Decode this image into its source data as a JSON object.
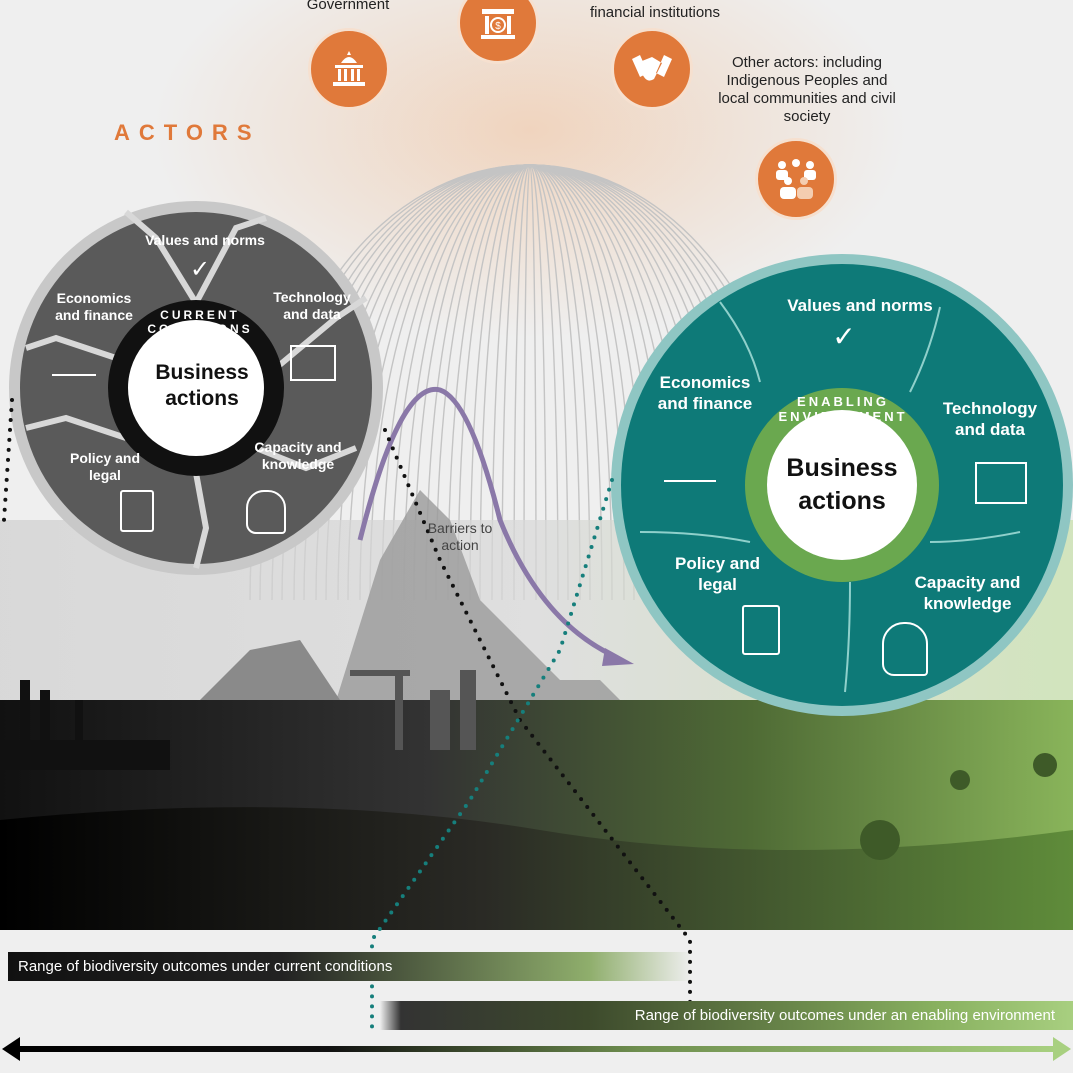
{
  "actors": {
    "heading": "ACTORS",
    "items": [
      {
        "label": "Government",
        "icon": "government-building-icon"
      },
      {
        "label": "",
        "icon": "bank-icon"
      },
      {
        "label": "financial institutions",
        "icon": "handshake-icon"
      },
      {
        "label": "Other actors: including Indigenous Peoples and local communities and civil society",
        "icon": "people-group-icon"
      }
    ]
  },
  "current": {
    "ring_text": "CURRENT CONDITIONS",
    "center": "Business actions",
    "segments": [
      "Values and norms",
      "Technology and data",
      "Capacity and knowledge",
      "Policy and legal",
      "Economics and finance"
    ]
  },
  "enabling": {
    "ring_text": "ENABLING ENVIRONMENT",
    "center": "Business actions",
    "segments": [
      "Values and norms",
      "Technology and data",
      "Capacity and knowledge",
      "Policy and legal",
      "Economics and finance"
    ]
  },
  "barriers": "Barriers to action",
  "ranges": {
    "current": "Range of biodiversity outcomes under current conditions",
    "enabling": "Range of biodiversity outcomes under an enabling environment"
  },
  "colors": {
    "orange": "#e0793a",
    "teal": "#0e7a78",
    "green": "#6aa84f",
    "grey": "#5a5a5a",
    "purple": "#8a78a8"
  }
}
